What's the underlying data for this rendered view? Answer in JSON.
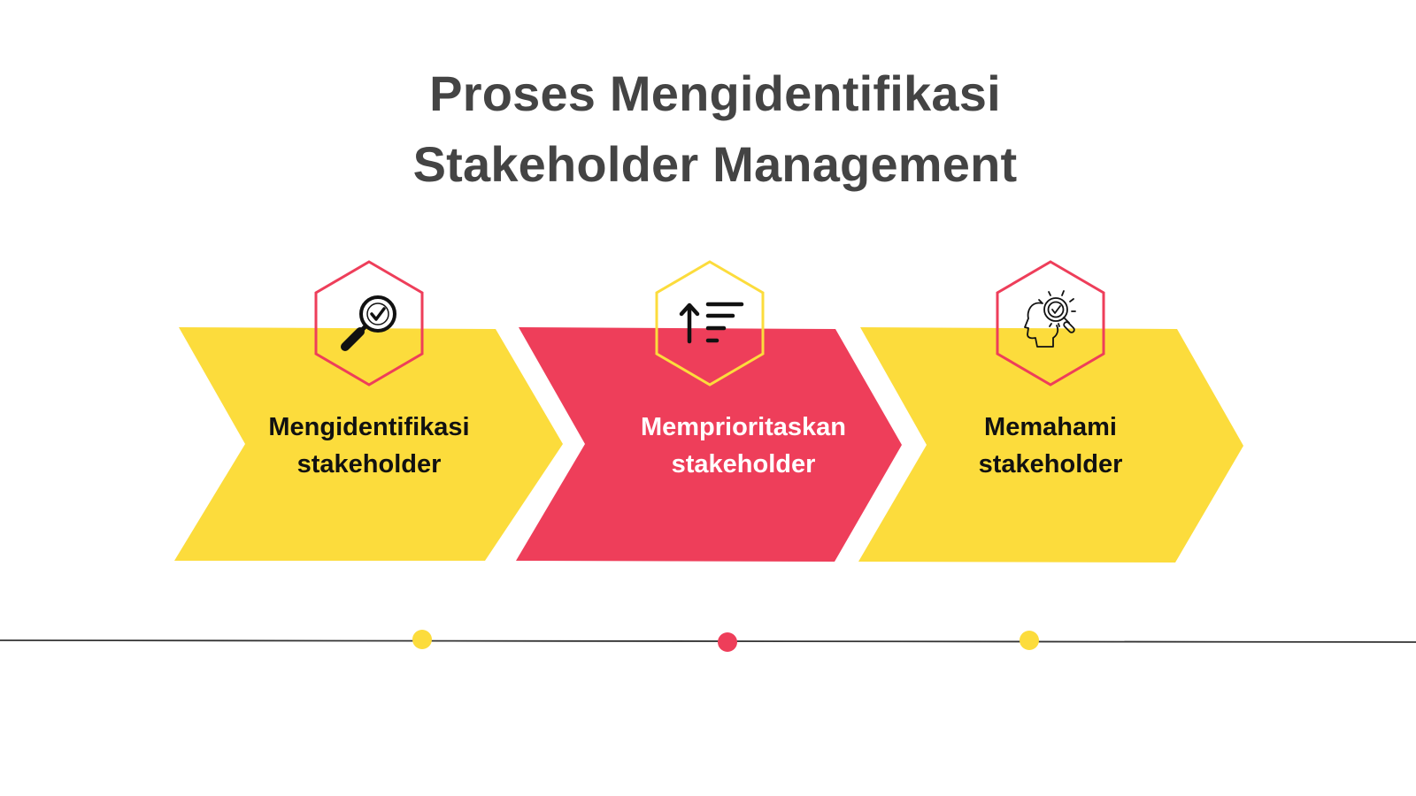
{
  "title": {
    "line1": "Proses Mengidentifikasi",
    "line2": "Stakeholder Management"
  },
  "colors": {
    "yellow": "#FCDC3C",
    "red": "#EE3E5A",
    "title_text": "#444444",
    "timeline": "#333333"
  },
  "steps": [
    {
      "label_line1": "Mengidentifikasi",
      "label_line2": "stakeholder",
      "fill": "yellow",
      "hex_border": "red",
      "icon": "magnifier-check-icon"
    },
    {
      "label_line1": "Memprioritaskan",
      "label_line2": "stakeholder",
      "fill": "red",
      "hex_border": "yellow",
      "icon": "sort-ascending-icon"
    },
    {
      "label_line1": "Memahami",
      "label_line2": "stakeholder",
      "fill": "yellow",
      "hex_border": "red",
      "icon": "head-magnifier-icon"
    }
  ],
  "timeline": {
    "dots": [
      "yellow",
      "red",
      "yellow"
    ]
  }
}
